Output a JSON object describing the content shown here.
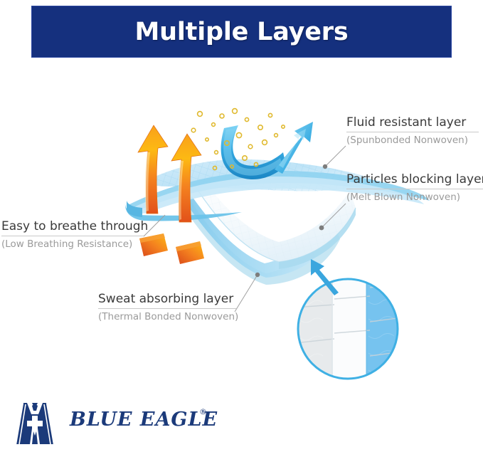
{
  "header": {
    "title": "Multiple Layers",
    "background_color": "#15307e",
    "text_color": "#ffffff"
  },
  "callouts": [
    {
      "id": "fluid-resistant-layer",
      "title": "Fluid resistant layer",
      "subtitle": "(Spunbonded Nonwoven)"
    },
    {
      "id": "particles-blocking-layer",
      "title": "Particles blocking layer",
      "subtitle": "(Melt Blown Nonwoven)"
    },
    {
      "id": "easy-to-breathe-through",
      "title": "Easy to breathe through",
      "subtitle": "(Low Breathing Resistance)"
    },
    {
      "id": "sweat-absorbing-layer",
      "title": "Sweat absorbing layer",
      "subtitle": "(Thermal Bonded Nonwoven)"
    }
  ],
  "diagram": {
    "alt": "Cutaway illustration of a three-layer surgical mask fabric with orange airflow arrows rising through the layers, a blue deflected-particle arrow bouncing off the top, gold particle dots, and a magnified circular inset of the layered nonwoven material",
    "icons": {
      "airflow_arrow": "up-arrow-icon",
      "deflection_arrow": "bounce-arrow-icon",
      "zoom_pointer": "magnify-arrow-icon"
    },
    "colors": {
      "fabric_blue": "#8dcdf0",
      "fabric_light": "#eef6fb",
      "airflow_orange": "#f07c16",
      "airflow_yellow": "#fcb814",
      "deflect_blue": "#31a8e0",
      "particle_gold": "#e8c53a",
      "leader_line": "#9a9a9a",
      "inset_ring": "#31a8e0"
    }
  },
  "logo": {
    "brand_first": "BLUE",
    "brand_second": "EAGLE",
    "registered_mark": "®",
    "mark_name": "eagle-shield-icon",
    "color": "#1b3a7a"
  }
}
